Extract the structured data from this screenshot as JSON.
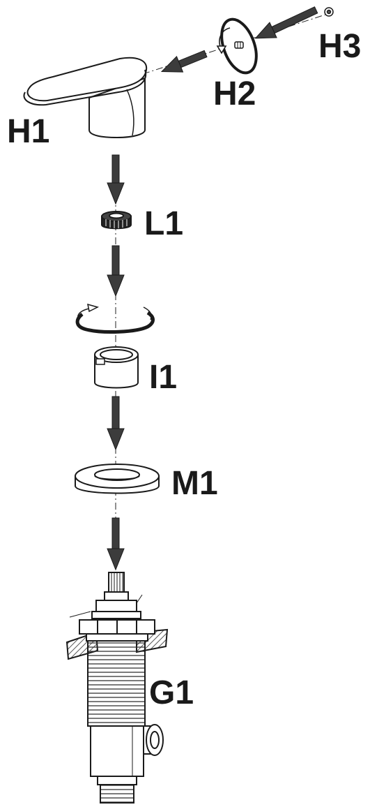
{
  "labels": {
    "h1": "H1",
    "h2": "H2",
    "h3": "H3",
    "l1": "L1",
    "i1": "I1",
    "m1": "M1",
    "g1": "G1"
  },
  "colors": {
    "line": "#1a1a1a",
    "arrow_fill": "#3c3c3c",
    "part_fill": "#ffffff",
    "wall_hatch": "#555555"
  },
  "icons": {
    "arrow": "thick-down-arrow",
    "rotate": "rotation-arrow"
  }
}
